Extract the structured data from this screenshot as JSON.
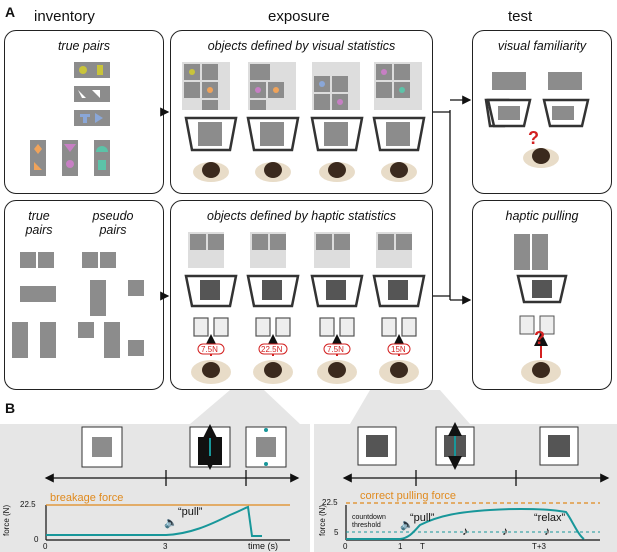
{
  "panels": {
    "a": "A",
    "b": "B"
  },
  "columns": {
    "inventory": "inventory",
    "exposure": "exposure",
    "test": "test"
  },
  "inventory": {
    "true_pairs_title": "true pairs",
    "true_label": "true\npairs",
    "pseudo_label": "pseudo\npairs"
  },
  "exposure": {
    "visual_title": "objects defined by visual statistics",
    "haptic_title": "objects defined by haptic statistics",
    "forces": [
      "7.5N",
      "22.5N",
      "7.5N",
      "15N"
    ]
  },
  "test": {
    "visual_title": "visual familiarity",
    "haptic_title": "haptic pulling",
    "question": "?"
  },
  "panel_b_left": {
    "ylabel": "force (N)",
    "y_ticks": [
      "22.5",
      "0"
    ],
    "x_ticks": [
      "0",
      "3"
    ],
    "xlabel": "time (s)",
    "breakage_label": "breakage force",
    "pull_label": "“pull”"
  },
  "panel_b_right": {
    "ylabel": "force (N)",
    "y_ticks": [
      "22.5",
      "5"
    ],
    "x_ticks": [
      "0",
      "1",
      "T",
      "T+3"
    ],
    "correct_label": "correct pulling force",
    "countdown_label": "countdown\nthreshold",
    "pull_label": "“pull”",
    "relax_label": "“relax”"
  },
  "colors": {
    "teal": "#18979a",
    "orange": "#e08a1e",
    "gray_tile": "#8c8c8c",
    "pink": "#c77fc4",
    "mint": "#5cc3a8",
    "yellow": "#c9c43a",
    "blue": "#8aa7d8",
    "light_orange": "#f0a35a",
    "panel_bg": "#e6e6e6"
  },
  "icons": [
    "speaker-icon",
    "music-note-icon",
    "person-icon",
    "question-icon"
  ]
}
